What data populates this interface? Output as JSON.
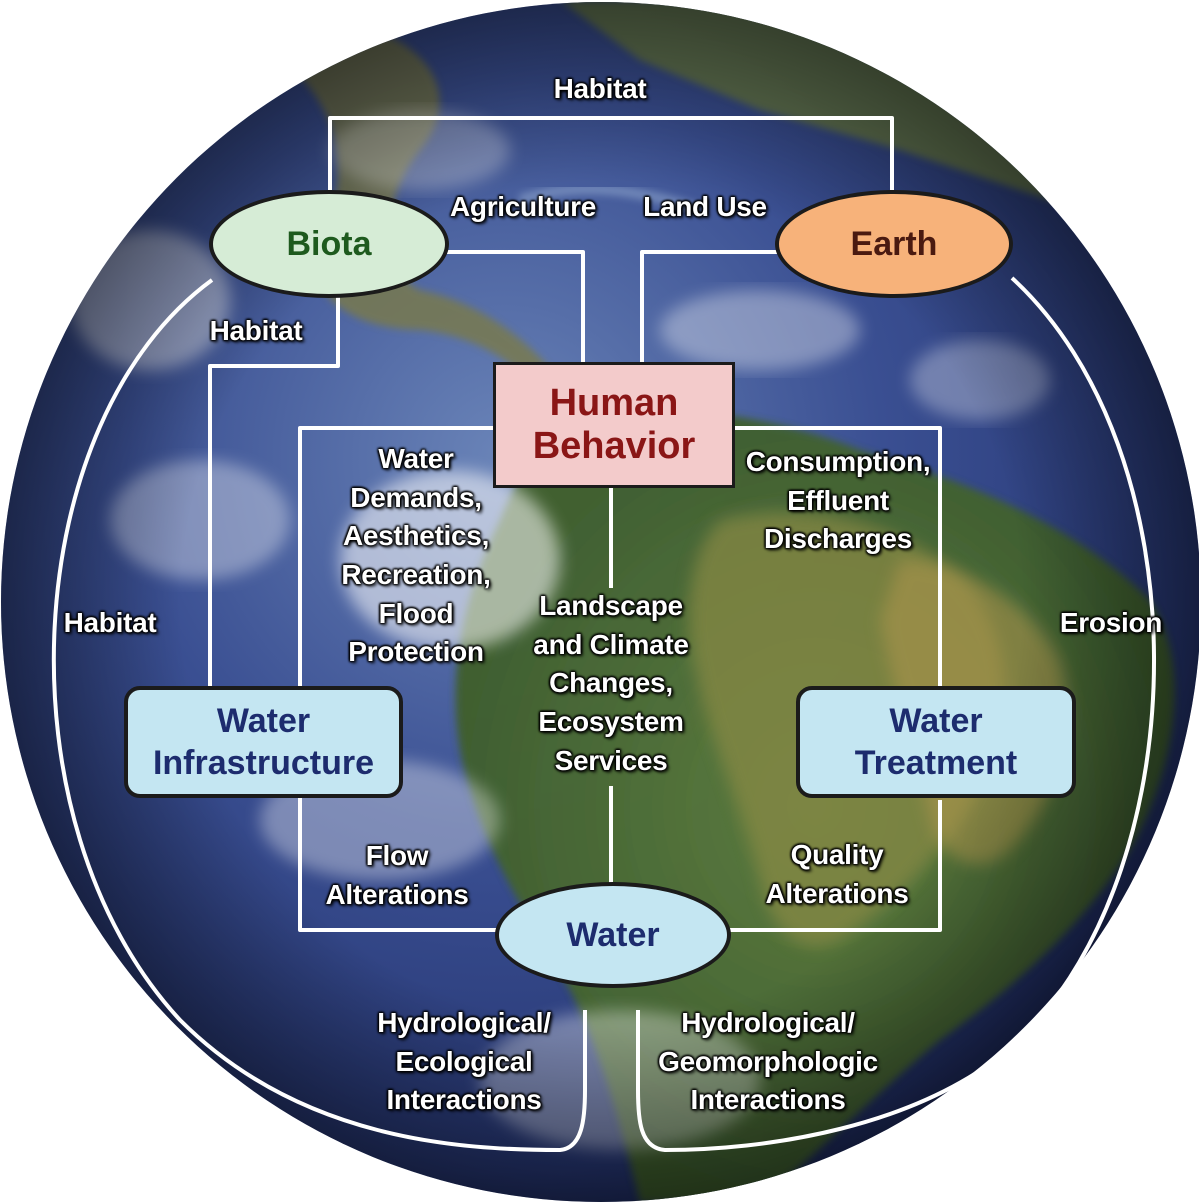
{
  "nodes": {
    "biota": "Biota",
    "earth": "Earth",
    "human_behavior": [
      "Human",
      "Behavior"
    ],
    "water_infrastructure": [
      "Water",
      "Infrastructure"
    ],
    "water_treatment": [
      "Water",
      "Treatment"
    ],
    "water": "Water"
  },
  "links": {
    "habitat_top": "Habitat",
    "agriculture": "Agriculture",
    "land_use": "Land Use",
    "habitat_biota_infra": "Habitat",
    "habitat_left": "Habitat",
    "erosion": "Erosion",
    "water_demands": [
      "Water",
      "Demands,",
      "Aesthetics,",
      "Recreation,",
      "Flood",
      "Protection"
    ],
    "consumption": [
      "Consumption,",
      "Effluent",
      "Discharges"
    ],
    "landscape_climate": [
      "Landscape",
      "and Climate",
      "Changes,",
      "Ecosystem",
      "Services"
    ],
    "flow_alterations": [
      "Flow",
      "Alterations"
    ],
    "quality_alterations": [
      "Quality",
      "Alterations"
    ],
    "hydro_ecological": [
      "Hydrological/",
      "Ecological",
      "Interactions"
    ],
    "hydro_geomorphologic": [
      "Hydrological/",
      "Geomorphologic",
      "Interactions"
    ]
  },
  "colors": {
    "biota_fill": "#d6ecd6",
    "biota_text": "#1e5a1e",
    "earth_fill": "#f7b27a",
    "earth_text": "#4a1a10",
    "human_fill": "#f3cbcb",
    "human_text": "#8a1616",
    "water_fill": "#c4e6f2",
    "water_text": "#1d2c6e",
    "connector": "#ffffff",
    "globe_ocean": "#2e3f80"
  }
}
